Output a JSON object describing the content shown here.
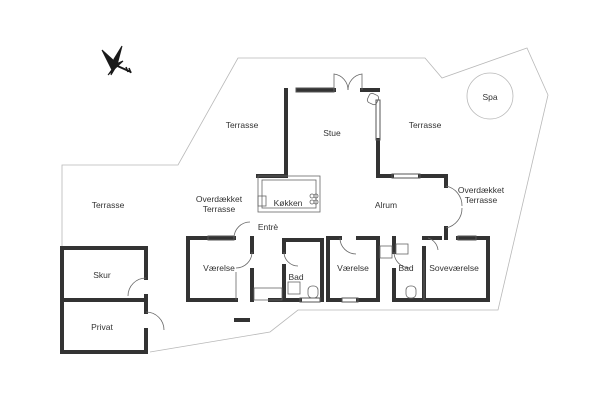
{
  "labels": {
    "terrasse_left": "Terrasse",
    "terrasse_middle": "Terrasse",
    "terrasse_right": "Terrasse",
    "stue": "Stue",
    "spa": "Spa",
    "overdaekket_left": "Overdækket\nTerrasse",
    "overdaekket_right": "Overdækket\nTerrasse",
    "koekken": "Køkken",
    "alrum": "Alrum",
    "entre": "Entrè",
    "vaerelse_left": "Værelse",
    "vaerelse_mid": "Værelse",
    "bad_left": "Bad",
    "bad_right": "Bad",
    "sovevaerelse": "Soveværelse",
    "skur": "Skur",
    "privat": "Privat"
  },
  "icons": {
    "compass": "compass-rose-icon"
  },
  "colors": {
    "wall": "#333333",
    "outline": "#b8b8b8",
    "label": "#333333",
    "background": "#ffffff"
  }
}
